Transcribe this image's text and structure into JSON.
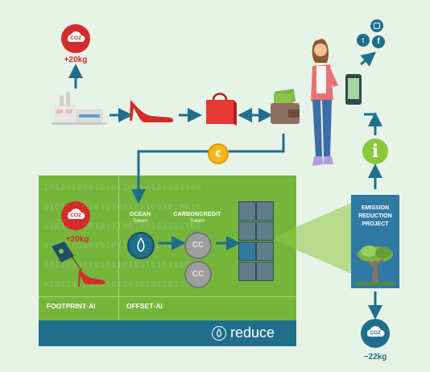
{
  "co2": {
    "factory_badge": "+20kg",
    "footprint_badge": "+20kg",
    "offset_badge": "−22kg",
    "cloud_text": "CO2"
  },
  "panel": {
    "footprint_label": "FOOTPRINT·AI",
    "offset_label": "OFFSET·AI",
    "brand": "reduce",
    "binary_rows": [
      "1010110001010110010101101100",
      "0101011010101001011001010010",
      "1101001101011100100101101101",
      "0110101001010110101101010110",
      "1011010110101101011010101001",
      "0101101011010100101011011010"
    ]
  },
  "tokens": {
    "ocean_title": "OCEAN",
    "ocean_sub": "Token",
    "carbon_title": "CARBONCREDIT",
    "carbon_sub": "Token",
    "coin_text": "CC"
  },
  "project": {
    "title_line1": "EMISSION",
    "title_line2": "REDUCTION",
    "title_line3": "PROJECT"
  },
  "info_symbol": "i",
  "euro_symbol": "€",
  "colors": {
    "arrow": "#1f6e8c",
    "co2_red": "#d42b2b",
    "panel_green": "#76b53b",
    "footer_blue": "#1f6e8c",
    "info_green": "#8cc63f",
    "project_blue": "#2f7aa3"
  }
}
